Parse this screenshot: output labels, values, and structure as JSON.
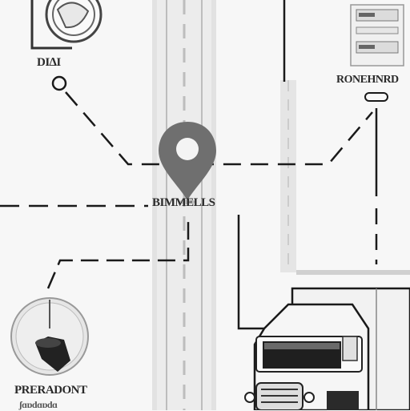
{
  "labels": {
    "left_top": "DI∆I",
    "right_top": "RONEHNRD",
    "center": "BIMMELLS",
    "bottom_1": "PRERADONT",
    "bottom_2": "ʃɑɒdɑɒdɑ"
  },
  "icons": {
    "top_left": "circular-emblem-icon",
    "top_right": "server-rack-icon",
    "center": "map-pin-icon",
    "bottom_left": "compass-circle-icon",
    "bottom_right": "delivery-truck-icon"
  },
  "colors": {
    "line": "#1a1a1a",
    "road": "#d6d6d6",
    "pin": "#6a6a6a",
    "background": "#f7f7f7"
  }
}
